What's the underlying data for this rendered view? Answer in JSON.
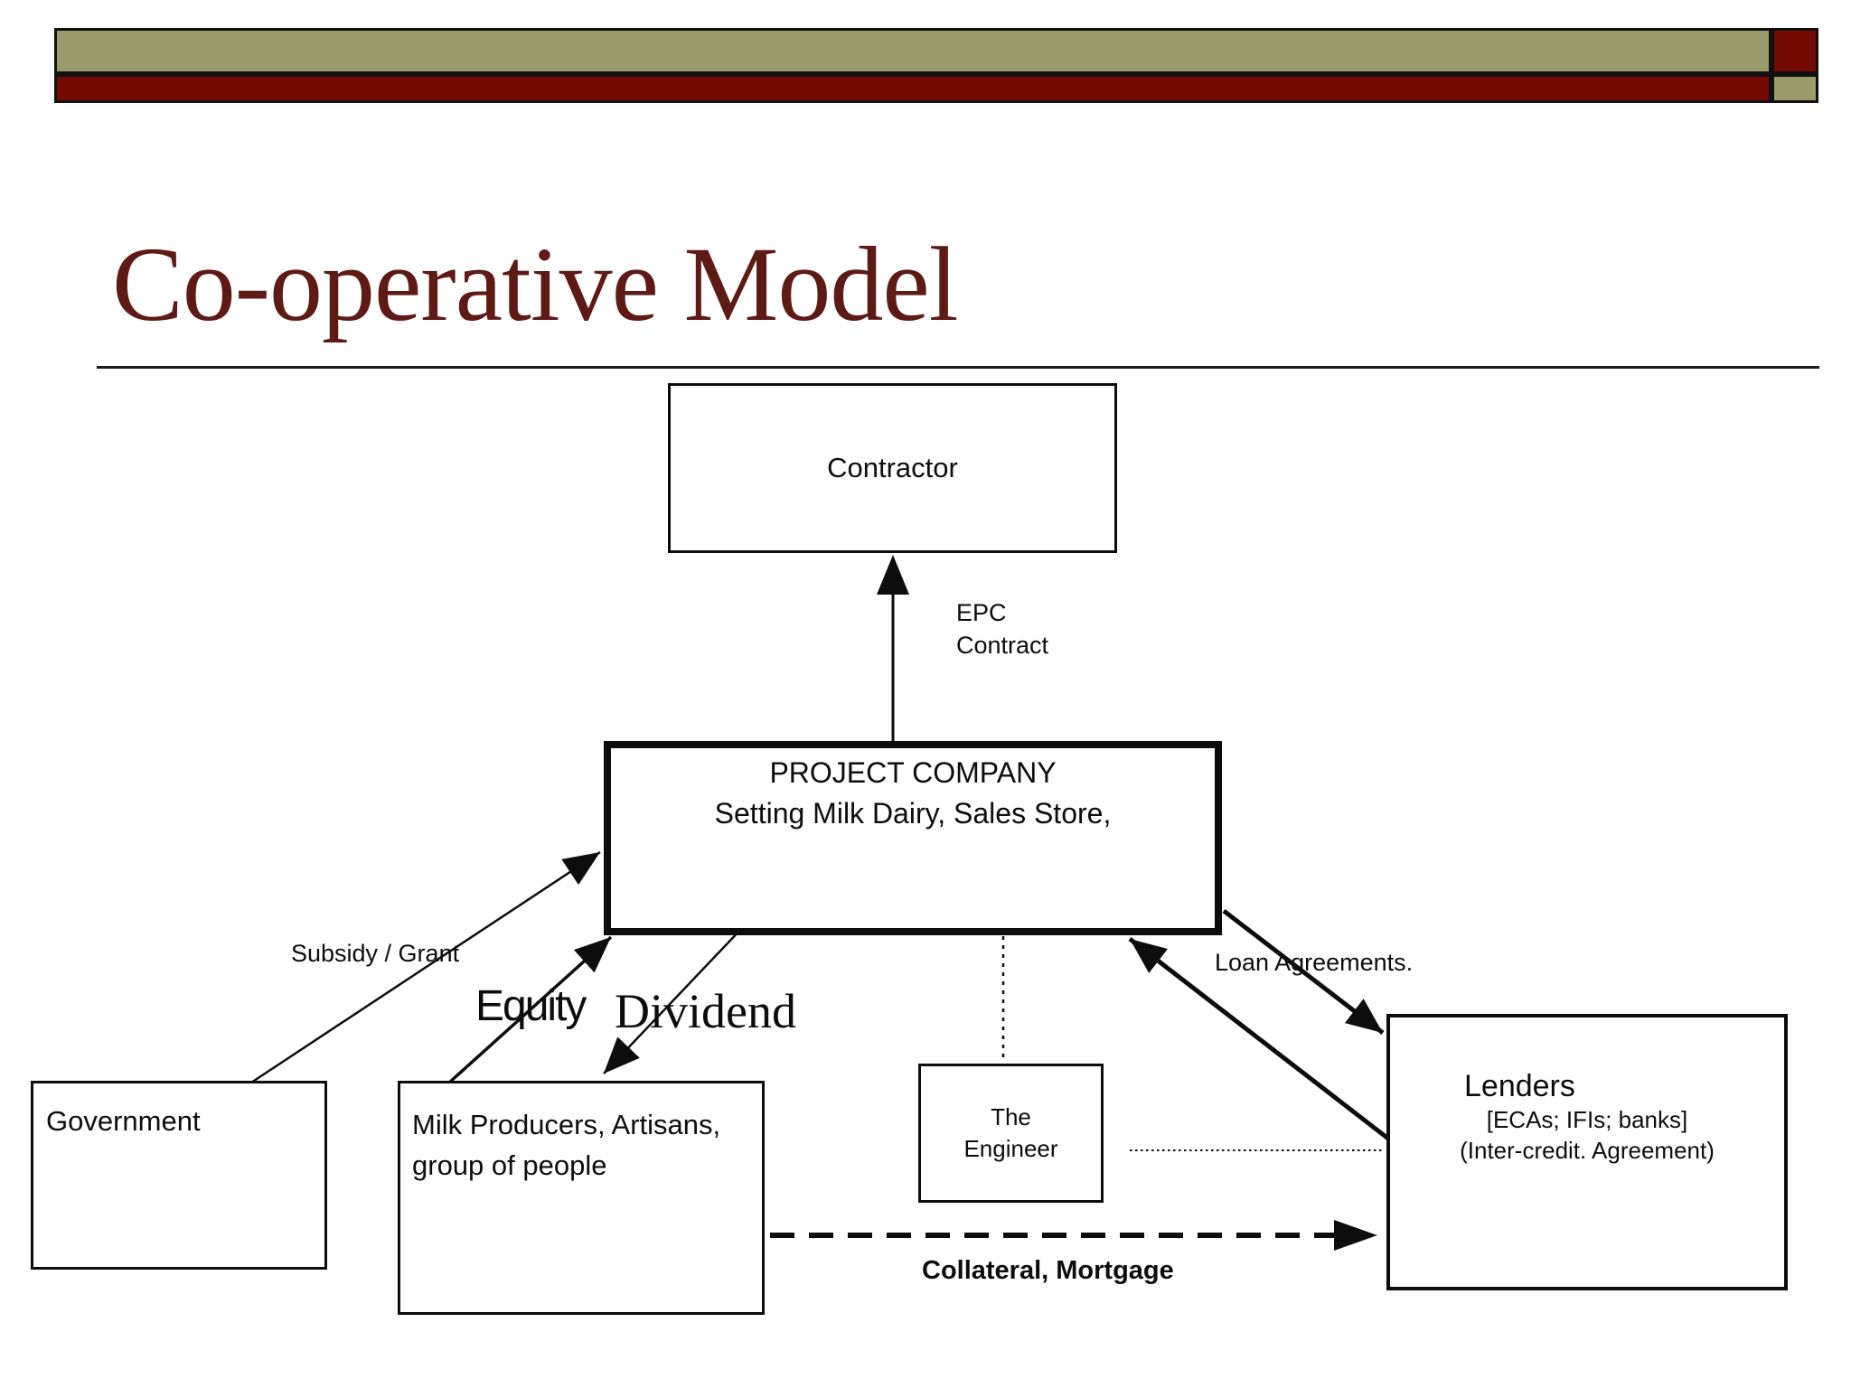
{
  "slide": {
    "title": "Co-operative Model",
    "colors": {
      "accent_olive": "#9a9a6a",
      "accent_maroon": "#730a04",
      "title_text": "#5e1b15",
      "ink": "#0d0d0d"
    }
  },
  "boxes": {
    "contractor": {
      "label": "Contractor"
    },
    "project_company": {
      "title": "PROJECT COMPANY",
      "subtitle": "Setting Milk Dairy, Sales Store,"
    },
    "government": {
      "label": "Government"
    },
    "milk_producers": {
      "line1": "Milk Producers, Artisans,",
      "line2": "group of people"
    },
    "engineer": {
      "line1": "The",
      "line2": "Engineer"
    },
    "lenders": {
      "title": "Lenders",
      "line2": "[ECAs; IFIs; banks]",
      "line3": "(Inter-credit. Agreement)"
    }
  },
  "edge_labels": {
    "epc_line1": "EPC",
    "epc_line2": "Contract",
    "subsidy": "Subsidy / Grant",
    "equity": "Equity",
    "dividend": "Dividend",
    "loan": "Loan Agreements.",
    "collateral": "Collateral, Mortgage"
  }
}
